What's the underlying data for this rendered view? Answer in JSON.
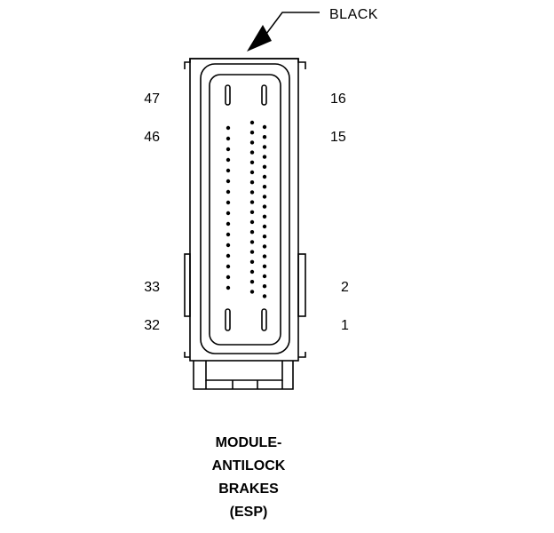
{
  "connector": {
    "color_label": "BLACK",
    "pin_labels": {
      "top_left": "47",
      "second_left": "46",
      "lower_left": "33",
      "bottom_left": "32",
      "top_right": "16",
      "second_right": "15",
      "lower_right": "2",
      "bottom_right": "1"
    }
  },
  "caption": {
    "line1": "MODULE-",
    "line2": "ANTILOCK",
    "line3": "BRAKES",
    "line4": "(ESP)"
  }
}
